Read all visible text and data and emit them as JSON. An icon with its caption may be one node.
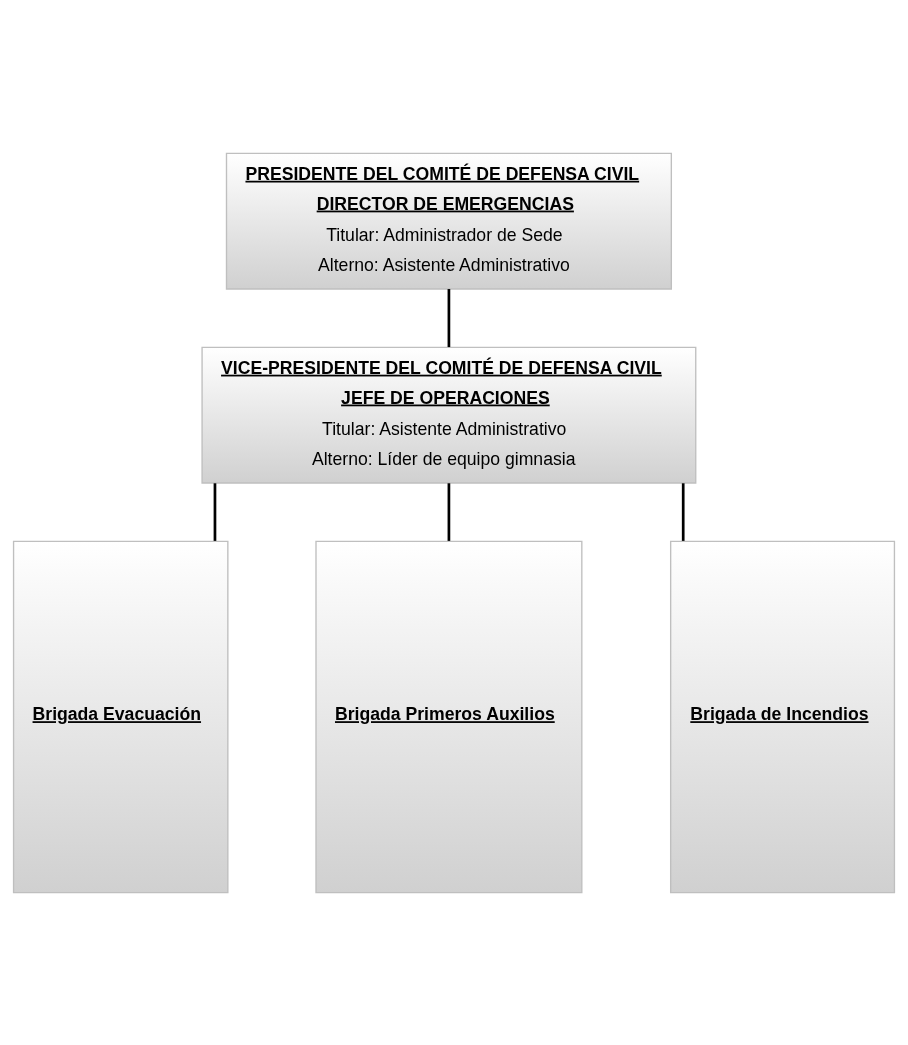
{
  "diagram": {
    "nodes": [
      {
        "text": [
          "PRESIDENTE DEL COMITÉ DE DEFENSA CIVIL",
          "DIRECTOR DE EMERGENCIAS",
          "Titular: Administrador de Sede",
          "Alterno: Asistente Administrativo"
        ]
      },
      {
        "text": [
          "VICE-PRESIDENTE DEL COMITÉ DE DEFENSA CIVIL",
          "JEFE DE OPERACIONES",
          "Titular: Asistente Administrativo",
          "Alterno: Líder de equipo gimnasia"
        ]
      },
      {
        "text": [
          "Brigada Evacuación"
        ]
      },
      {
        "text": [
          "Brigada Primeros Auxilios"
        ]
      },
      {
        "text": [
          "Brigada de Incendios"
        ]
      }
    ],
    "edges": [
      {
        "from": 0,
        "to": 1,
        "arrow": "none"
      },
      {
        "from": 1,
        "to": 2,
        "arrow": "none"
      },
      {
        "from": 1,
        "to": 3,
        "arrow": "none"
      },
      {
        "from": 1,
        "to": 4,
        "arrow": "none"
      }
    ]
  }
}
